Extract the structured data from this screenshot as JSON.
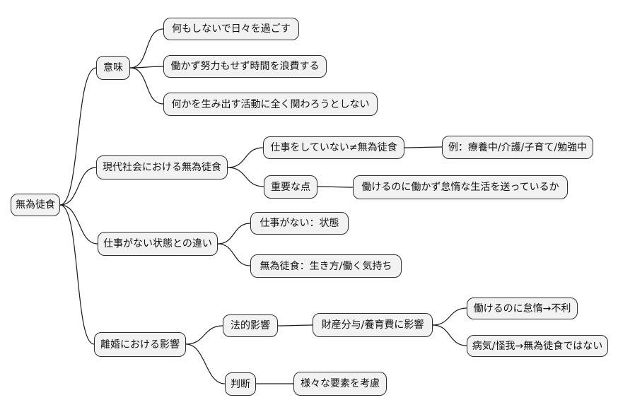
{
  "colors": {
    "background": "#ffffff",
    "node_fill": "#f2f2f2",
    "node_border": "#2e2e2e",
    "edge": "#1a1a1a",
    "text": "#111111"
  },
  "diagram": {
    "type": "mindmap",
    "root": {
      "label": "無為徒食",
      "children": [
        {
          "label": "意味",
          "children": [
            {
              "label": "何もしないで日々を過ごす"
            },
            {
              "label": "働かず努力もせず時間を浪費する"
            },
            {
              "label": "何かを生み出す活動に全く関わろうとしない"
            }
          ]
        },
        {
          "label": "現代社会における無為徒食",
          "children": [
            {
              "label": "仕事をしていない≠無為徒食",
              "children": [
                {
                  "label": "例：療養中/介護/子育て/勉強中"
                }
              ]
            },
            {
              "label": "重要な点",
              "children": [
                {
                  "label": "働けるのに働かず怠惰な生活を送っているか"
                }
              ]
            }
          ]
        },
        {
          "label": "仕事がない状態との違い",
          "children": [
            {
              "label": "仕事がない：状態"
            },
            {
              "label": "無為徒食：生き方/働く気持ち"
            }
          ]
        },
        {
          "label": "離婚における影響",
          "children": [
            {
              "label": "法的影響",
              "children": [
                {
                  "label": "財産分与/養育費に影響",
                  "children": [
                    {
                      "label": "働けるのに怠惰→不利"
                    },
                    {
                      "label": "病気/怪我→無為徒食ではない"
                    }
                  ]
                }
              ]
            },
            {
              "label": "判断",
              "children": [
                {
                  "label": "様々な要素を考慮"
                }
              ]
            }
          ]
        }
      ]
    }
  }
}
